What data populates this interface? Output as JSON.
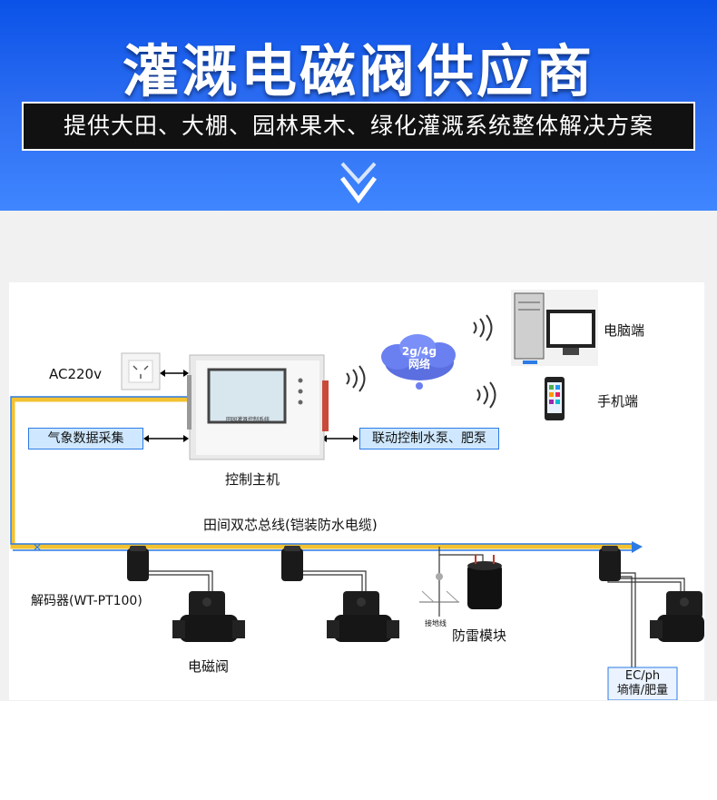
{
  "header": {
    "title": "灌溉电磁阀供应商",
    "subtitle": "提供大田、大棚、园林果木、绿化灌溉系统整体解决方案"
  },
  "diagram": {
    "power_label": "AC220v",
    "weather_box": "气象数据采集",
    "host_label": "控制主机",
    "host_screen_text": "田园灌溉控制系统",
    "pump_box": "联动控制水泵、肥泵",
    "network_line1": "2g/4g",
    "network_line2": "网络",
    "pc_label": "电脑端",
    "phone_label": "手机端",
    "bus_label": "田间双芯总线(铠装防水电缆)",
    "decoder_label": "解码器(WT-PT100)",
    "valve_label": "电磁阀",
    "lightning_label": "防雷模块",
    "ground_label": "接地线",
    "sensor_line1": "EC/ph",
    "sensor_line2": "墒情/肥量"
  },
  "colors": {
    "banner_top": "#0a52e8",
    "banner_bottom": "#3f86ff",
    "bus_yellow": "#f2c230",
    "box_fill": "#cfe8ff",
    "box_border": "#2c7be5"
  }
}
